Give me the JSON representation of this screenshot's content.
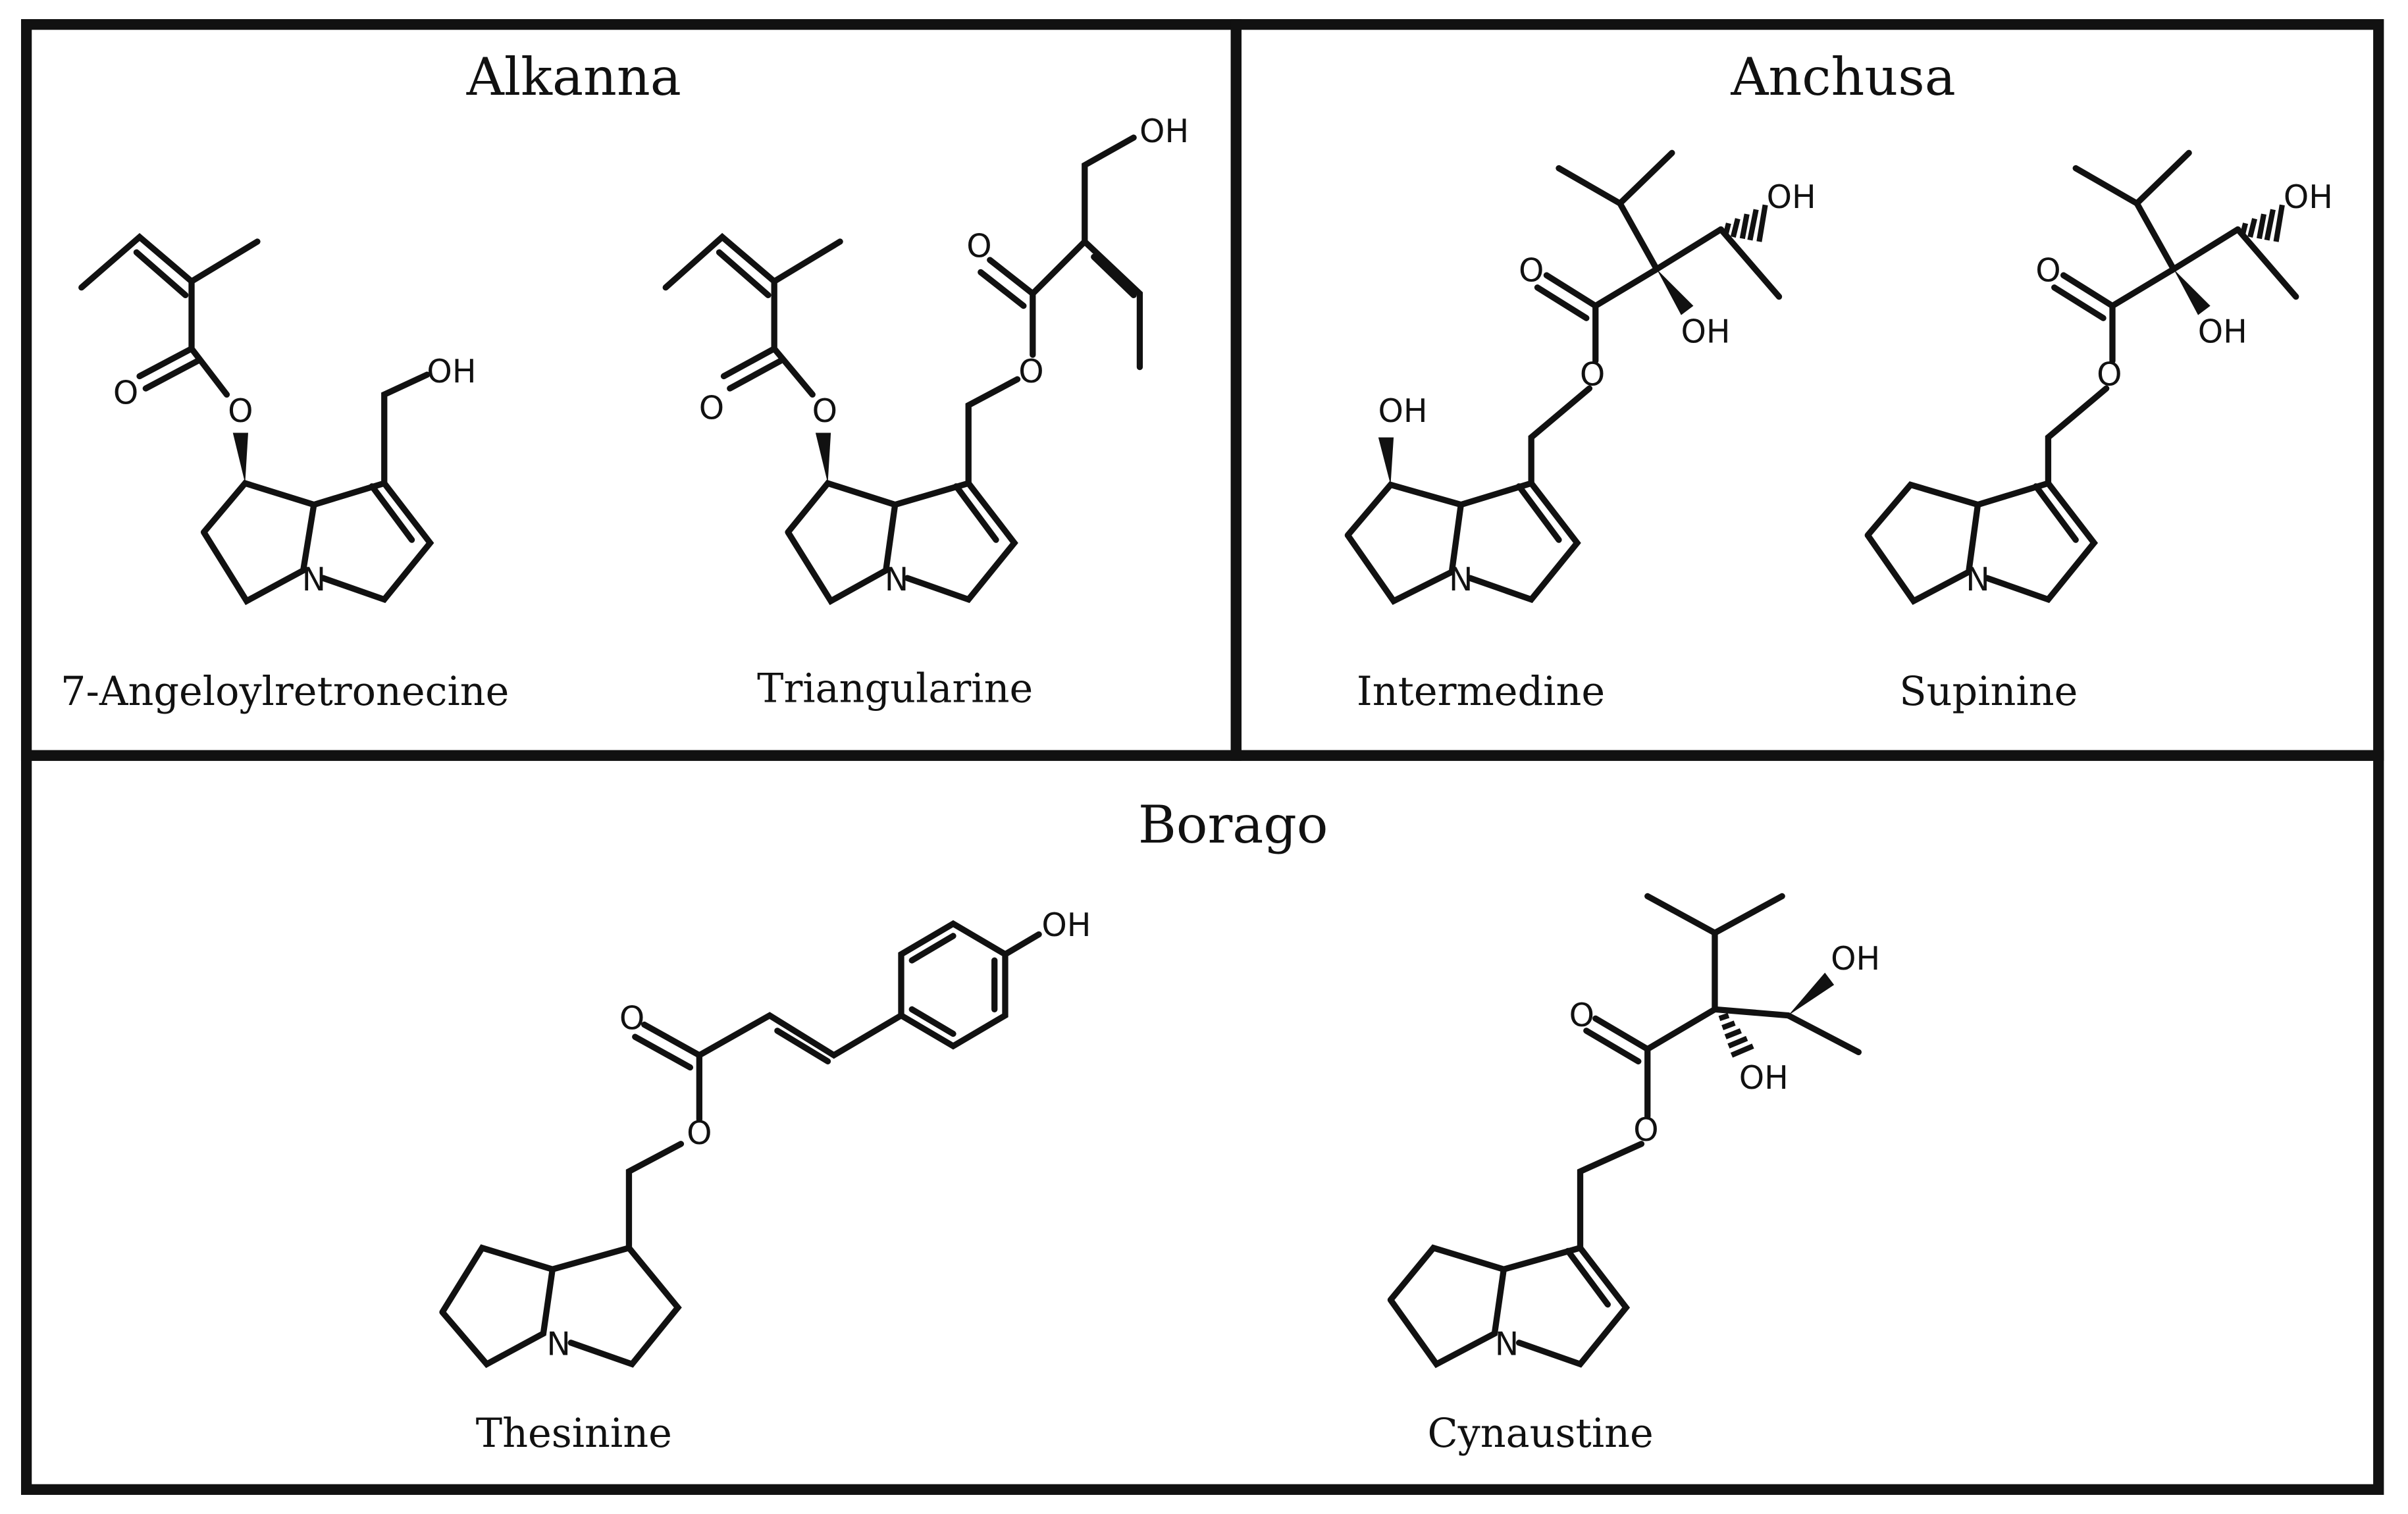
{
  "panels": [
    {
      "title": "Alkanna",
      "compounds": [
        {
          "name": "7-Angeloylretronecine",
          "atoms": [
            "O",
            "O",
            "OH",
            "N"
          ]
        },
        {
          "name": "Triangularine",
          "atoms": [
            "O",
            "O",
            "O",
            "O",
            "OH",
            "N"
          ]
        }
      ]
    },
    {
      "title": "Anchusa",
      "compounds": [
        {
          "name": "Intermedine",
          "atoms": [
            "O",
            "O",
            "OH",
            "OH",
            "OH",
            "N"
          ]
        },
        {
          "name": "Supinine",
          "atoms": [
            "O",
            "O",
            "OH",
            "OH",
            "N"
          ]
        }
      ]
    },
    {
      "title": "Borago",
      "compounds": [
        {
          "name": "Thesinine",
          "atoms": [
            "O",
            "O",
            "OH",
            "N"
          ]
        },
        {
          "name": "Cynaustine",
          "atoms": [
            "O",
            "O",
            "OH",
            "OH",
            "N"
          ]
        }
      ]
    }
  ],
  "colors": {
    "ink": "#111111",
    "background": "#ffffff"
  }
}
